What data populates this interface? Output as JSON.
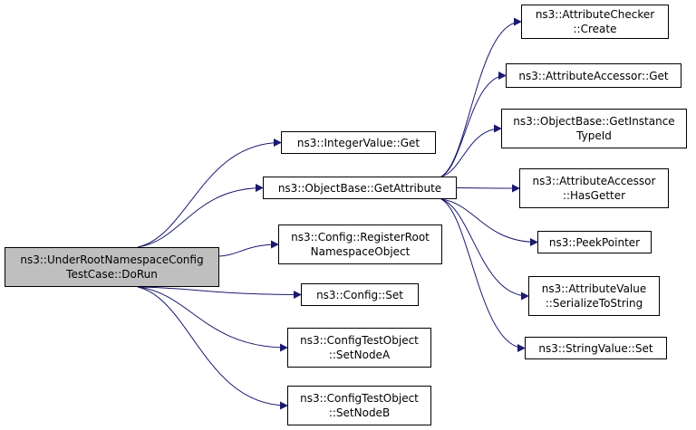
{
  "graph": {
    "nodes": [
      {
        "id": "root",
        "lines": [
          "ns3::UnderRootNamespaceConfig",
          "TestCase::DoRun"
        ],
        "highlighted": true
      },
      {
        "id": "integer_get",
        "lines": [
          "ns3::IntegerValue::Get"
        ]
      },
      {
        "id": "get_attribute",
        "lines": [
          "ns3::ObjectBase::GetAttribute"
        ]
      },
      {
        "id": "register_root",
        "lines": [
          "ns3::Config::RegisterRoot",
          "NamespaceObject"
        ]
      },
      {
        "id": "config_set",
        "lines": [
          "ns3::Config::Set"
        ]
      },
      {
        "id": "set_node_a",
        "lines": [
          "ns3::ConfigTestObject",
          "::SetNodeA"
        ]
      },
      {
        "id": "set_node_b",
        "lines": [
          "ns3::ConfigTestObject",
          "::SetNodeB"
        ]
      },
      {
        "id": "checker_create",
        "lines": [
          "ns3::AttributeChecker",
          "::Create"
        ]
      },
      {
        "id": "accessor_get",
        "lines": [
          "ns3::AttributeAccessor::Get"
        ]
      },
      {
        "id": "get_instance_typeid",
        "lines": [
          "ns3::ObjectBase::GetInstance",
          "TypeId"
        ]
      },
      {
        "id": "has_getter",
        "lines": [
          "ns3::AttributeAccessor",
          "::HasGetter"
        ]
      },
      {
        "id": "peek_pointer",
        "lines": [
          "ns3::PeekPointer"
        ]
      },
      {
        "id": "serialize_to_string",
        "lines": [
          "ns3::AttributeValue",
          "::SerializeToString"
        ]
      },
      {
        "id": "string_set",
        "lines": [
          "ns3::StringValue::Set"
        ]
      }
    ],
    "edges": [
      {
        "from": "root",
        "to": "integer_get"
      },
      {
        "from": "root",
        "to": "get_attribute"
      },
      {
        "from": "root",
        "to": "register_root"
      },
      {
        "from": "root",
        "to": "config_set"
      },
      {
        "from": "root",
        "to": "set_node_a"
      },
      {
        "from": "root",
        "to": "set_node_b"
      },
      {
        "from": "get_attribute",
        "to": "checker_create"
      },
      {
        "from": "get_attribute",
        "to": "accessor_get"
      },
      {
        "from": "get_attribute",
        "to": "get_instance_typeid"
      },
      {
        "from": "get_attribute",
        "to": "has_getter"
      },
      {
        "from": "get_attribute",
        "to": "peek_pointer"
      },
      {
        "from": "get_attribute",
        "to": "serialize_to_string"
      },
      {
        "from": "get_attribute",
        "to": "string_set"
      }
    ],
    "colors": {
      "edge": "#191970",
      "node_border": "#000000",
      "root_fill": "#bfbfbf",
      "node_fill": "#ffffff"
    }
  }
}
